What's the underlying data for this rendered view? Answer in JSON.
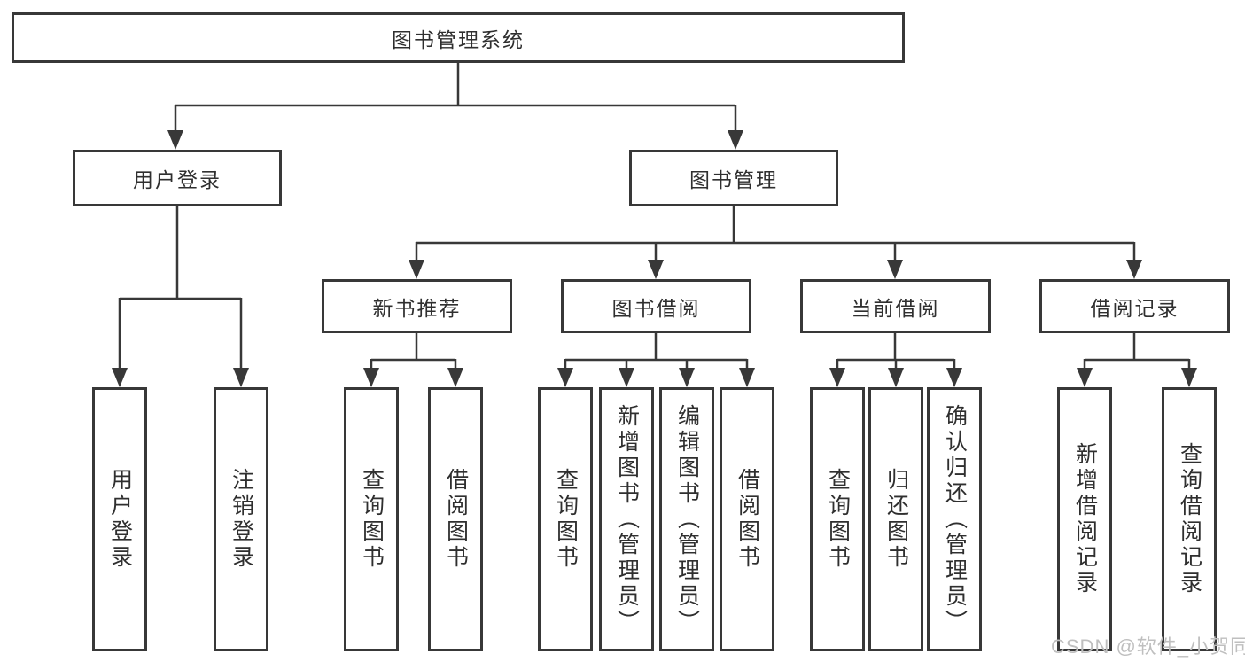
{
  "diagram": {
    "root": {
      "label": "图书管理系统"
    },
    "level1": [
      {
        "label": "用户登录"
      },
      {
        "label": "图书管理"
      }
    ],
    "level2": [
      {
        "label": "新书推荐"
      },
      {
        "label": "图书借阅"
      },
      {
        "label": "当前借阅"
      },
      {
        "label": "借阅记录"
      }
    ],
    "leaves": {
      "user_login": [
        "用户登录",
        "注销登录"
      ],
      "new_book_recommend": [
        "查询图书",
        "借阅图书"
      ],
      "book_borrow": [
        "查询图书",
        "新增图书（管理员）",
        "编辑图书（管理员）",
        "借阅图书"
      ],
      "current_borrow": [
        "查询图书",
        "归还图书",
        "确认归还（管理员）"
      ],
      "borrow_records": [
        "新增借阅记录",
        "查询借阅记录"
      ]
    }
  },
  "watermark": {
    "text": "CSDN @软件_小贺同学"
  },
  "colors": {
    "line": "#383838",
    "text": "#2f2f2f",
    "background": "#ffffff",
    "watermark": "#bfbfbf"
  }
}
